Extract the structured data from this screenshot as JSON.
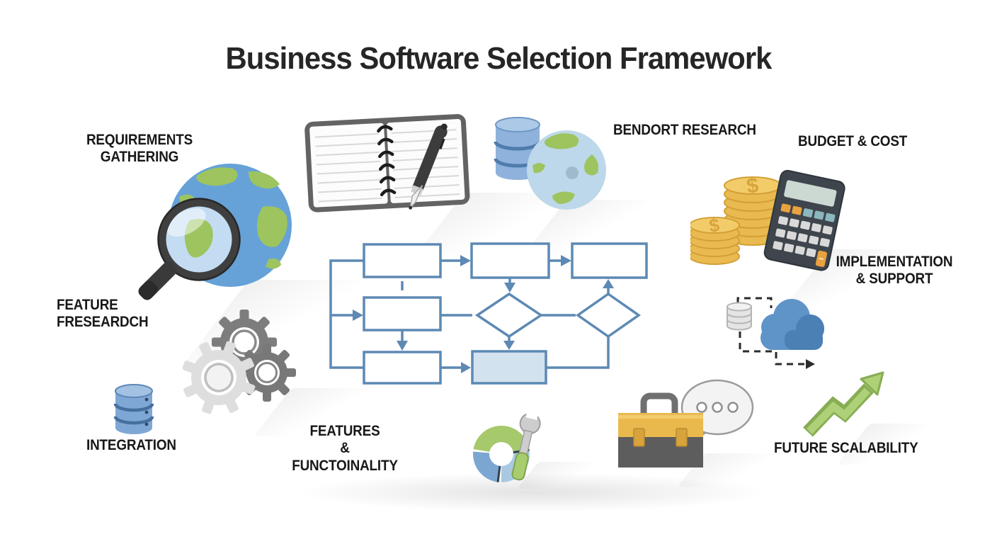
{
  "title": "Business Software Selection Framework",
  "labels": {
    "requirements_gathering": "REQUIREMENTS\nGATHERING",
    "vendor_research": "BENDORT RESEARCH",
    "budget_cost": "BUDGET & COST",
    "feature_research": "FEATURE\nFRESEARDCH",
    "implementation_support": "IMPLEMENTATION\n& SUPPORT",
    "integration": "INTEGRATION",
    "features_functionality": "FEATURES\n& FUNCTOINALITY",
    "future_scalability": "FUTURE SCALABILITY"
  },
  "icons_text": {
    "coin_symbol": "$",
    "calculator_key": "−"
  },
  "flowchart": {
    "process_boxes": 6,
    "decision_diamonds": 2,
    "highlighted_boxes": 1,
    "stroke_color": "#5d89b4",
    "highlight_fill": "#d3e2ef"
  },
  "icons": [
    {
      "name": "magnifier-globe-icon"
    },
    {
      "name": "notebook-pen-icon"
    },
    {
      "name": "database-globe-icon"
    },
    {
      "name": "coins-calculator-icon"
    },
    {
      "name": "gears-icon"
    },
    {
      "name": "integration-database-icon"
    },
    {
      "name": "cloud-database-sync-icon"
    },
    {
      "name": "donut-chart-wrench-icon"
    },
    {
      "name": "toolbox-chat-icon"
    },
    {
      "name": "growth-arrow-icon"
    }
  ],
  "colors": {
    "background": "#ffffff",
    "text": "#1f1f1f",
    "flow_blue": "#5d89b4",
    "globe_blue": "#66a2d8",
    "land_green": "#9dc45f",
    "coin_gold": "#e9ba4f",
    "arrow_green": "#aed077",
    "toolbox_yellow": "#eab94e",
    "cloud_blue": "#5f94c8"
  }
}
